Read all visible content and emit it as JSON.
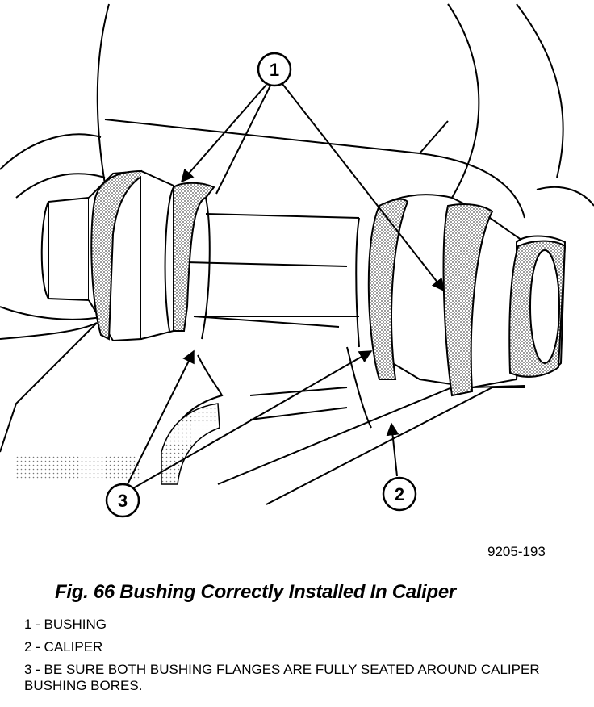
{
  "figure": {
    "id": "9205-193",
    "caption": "Fig. 66 Bushing Correctly Installed In Caliper"
  },
  "callouts": [
    {
      "number": "1",
      "meaning": "BUSHING"
    },
    {
      "number": "2",
      "meaning": "CALIPER"
    },
    {
      "number": "3",
      "meaning": "BE SURE BOTH BUSHING FLANGES ARE FULLY SEATED AROUND CALIPER BUSHING BORES."
    }
  ],
  "legend": [
    "1 - BUSHING",
    "2 - CALIPER",
    "3 - BE SURE BOTH BUSHING FLANGES ARE FULLY SEATED AROUND CALIPER BUSHING BORES."
  ]
}
